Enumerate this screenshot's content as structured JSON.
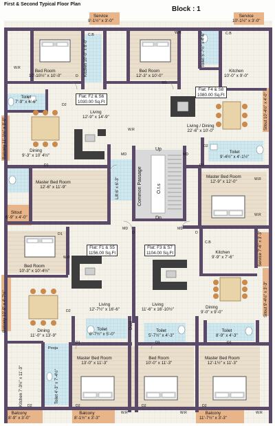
{
  "header": {
    "title": "First & Second Typical Floor Plan",
    "block": "Block : 1"
  },
  "flats": {
    "f2": {
      "name": "Flat: F2 & S6",
      "area": "1030.00 Sq.Ft"
    },
    "f4": {
      "name": "Flat: F4 & S8",
      "area": "1080.00 Sq.Ft"
    },
    "f1": {
      "name": "Flat: F1 & S5",
      "area": "1156.00 Sq.Ft"
    },
    "f3": {
      "name": "Flat: F3 & S7",
      "area": "1104.00 Sq.Ft"
    }
  },
  "rooms": {
    "service_tl": {
      "name": "Service",
      "dim": "9'-1½\" x 3'-0\""
    },
    "service_tr": {
      "name": "Service",
      "dim": "10'-1½\" x 3'-0\""
    },
    "bed_tl": {
      "name": "Bed Room",
      "dim": "10'-10½\" x 10'-0\""
    },
    "kitchen_tc": {
      "name": "Kitchen",
      "dim": "10'-0\" x 8'-0\""
    },
    "bed_tc": {
      "name": "Bed Room",
      "dim": "12'-3\" x 10'-0\""
    },
    "toilet_tc": {
      "name": "Toilet",
      "dim": "5'-7½\" x 4'-6\""
    },
    "kitchen_tr": {
      "name": "Kitchen",
      "dim": "10'-0\" x 9'-0\""
    },
    "toilet_tl": {
      "name": "Toilet",
      "dim": "7'-9\" x 4'-6\""
    },
    "living_f2": {
      "name": "Living",
      "dim": "12'-9\" x 14'-9\""
    },
    "living_dining_f4": {
      "name": "Living / Dining",
      "dim": "22'-6\" x 10'-0\""
    },
    "balcony_tl": {
      "name": "Balcony",
      "dim": "11'-1½\" x 3'-0\""
    },
    "dining_f2": {
      "name": "Dining",
      "dim": "9'-3\" x 10' 4½\""
    },
    "sitout_tr": {
      "name": "Sitout",
      "dim": "10'-4½\" x 4'-0\""
    },
    "toilet_mr": {
      "name": "Toilet",
      "dim": "9'-4½\" x 4'-1½\""
    },
    "master_ml": {
      "name": "Master Bed Room",
      "dim": "12'-6\" x 11'-9\""
    },
    "lift": {
      "name": "Lift",
      "dim": "6' x 6'-3\""
    },
    "master_mr": {
      "name": "Master Bed Room",
      "dim": "12'-9\" x 12'-0\""
    },
    "sitout_ml": {
      "name": "Sitout",
      "dim": "6'-9\" x 4'-0\""
    },
    "bed_bl": {
      "name": "Bed Room",
      "dim": "10'-3\" x 10'-4½\""
    },
    "kitchen_mr": {
      "name": "Kitchen",
      "dim": "9'-9\" x 7'-6\""
    },
    "service_mr": {
      "name": "Service",
      "dim": "7'-6\" x 3'-3\""
    },
    "sitout_mr": {
      "name": "Sitout",
      "dim": "9'-4½\" x 3'-3\""
    },
    "balcony_bl": {
      "name": "Balcony",
      "dim": "10'-9\" x 4'-7½\""
    },
    "living_f1": {
      "name": "Living",
      "dim": "12'-7½\" x 16'-6\""
    },
    "living_f3": {
      "name": "Living",
      "dim": "11'-6\" x 16'-10½\""
    },
    "dining_f1": {
      "name": "Dining",
      "dim": "11'-0\" x 13'-9\""
    },
    "dining_f3": {
      "name": "Dining",
      "dim": "9'-0\" x 9'-0\""
    },
    "toilet_bc1": {
      "name": "Toilet",
      "dim": "8'-7½\" x 5'-0\""
    },
    "toilet_bc2": {
      "name": "Toilet",
      "dim": "5'-7½\" x 4'-3\""
    },
    "toilet_br": {
      "name": "Toilet",
      "dim": "8'-9\" x 4'-3\""
    },
    "kitchen_bl": {
      "name": "Kitchen",
      "dim": "7'-3½\" x 11'-3\""
    },
    "toilet_bl": {
      "name": "Toilet",
      "dim": "4'-3\" x 7'-4½\""
    },
    "master_bl": {
      "name": "Master Bed Room",
      "dim": "13'-0\" x 11'-3\""
    },
    "bed_bc": {
      "name": "Bed Room",
      "dim": "10'-0\" x 11'-3\""
    },
    "master_br": {
      "name": "Master Bed Room",
      "dim": "12'-1½\" x 11'-3\""
    },
    "balcony_b1": {
      "name": "Balcony",
      "dim": "8'-9\" x 3'-0\""
    },
    "balcony_b2": {
      "name": "Balcony",
      "dim": "8'-1½\" x 3'-3\""
    },
    "balcony_b3": {
      "name": "Balcony",
      "dim": "11'-7½\" x 3'-3\""
    }
  },
  "labels": {
    "common_passage": "Common Passage",
    "ots": "O.t.s",
    "up": "Up",
    "dn": "Dn",
    "duct": "Duct",
    "pooja": "Pooja",
    "wr": "W.R",
    "cb": "C.B",
    "md": "MD",
    "d": "D",
    "d1": "D1",
    "d2": "D2"
  },
  "colors": {
    "wall": "#5a4a68",
    "floor_tile": "#f1efe6",
    "wet_area": "#cfe7ee",
    "balcony": "#e8b58a",
    "sofa": "#3d3d3d",
    "bed_frame": "#6b6b6b",
    "dining_chair": "#c98a4c",
    "dining_table": "#e9d3a8"
  }
}
